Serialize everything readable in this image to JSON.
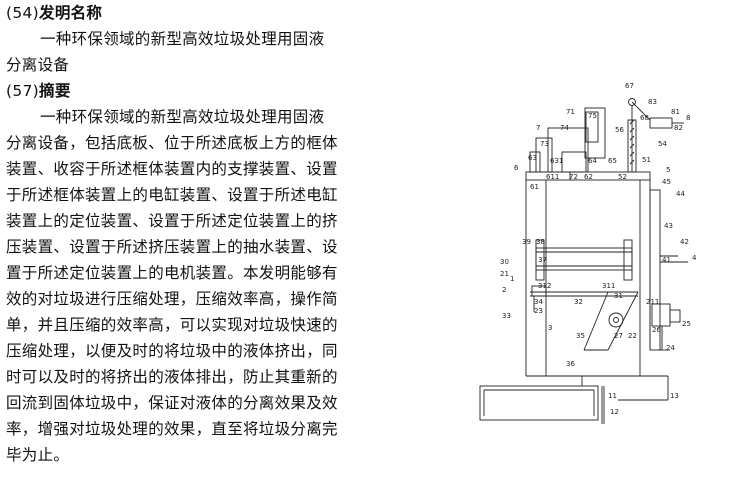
{
  "title_code": "(54)",
  "title_label": "发明名称",
  "title_lines": [
    "一种环保领域的新型高效垃圾处理用固液",
    "分离设备"
  ],
  "abstract_code": "(57)",
  "abstract_label": "摘要",
  "abstract_lines": [
    "一种环保领域的新型高效垃圾处理用固液",
    "分离设备，包括底板、位于所述底板上方的框体",
    "装置、收容于所述框体装置内的支撑装置、设置",
    "于所述框体装置上的电缸装置、设置于所述电缸",
    "装置上的定位装置、设置于所述定位装置上的挤",
    "压装置、设置于所述挤压装置上的抽水装置、设",
    "置于所述定位装置上的电机装置。本发明能够有",
    "效的对垃圾进行压缩处理，压缩效率高，操作简",
    "单，并且压缩的效率高，可以实现对垃圾快速的",
    "压缩处理，以便及时的将垃圾中的液体挤出，同",
    "时可以及时的将挤出的液体排出，防止其重新的",
    "回流到固体垃圾中，保证对液体的分离效果及效",
    "率，增强对垃圾处理的效果，直至将垃圾分离完",
    "毕为止。"
  ],
  "figure_labels": {
    "l67": "67",
    "l83": "83",
    "l71": "71",
    "l75": "75",
    "l56": "56",
    "l81": "81",
    "l8": "8",
    "l82": "82",
    "l7": "7",
    "l74": "74",
    "l68": "68",
    "l73": "73",
    "l63": "63",
    "l631": "631",
    "l64": "64",
    "l65": "65",
    "l51": "51",
    "l54": "54",
    "l6": "6",
    "l611": "611",
    "l72": "72",
    "l62": "62",
    "l52": "52",
    "l5": "5",
    "l61": "61",
    "l45": "45",
    "l44": "44",
    "l43": "43",
    "l39": "39",
    "l38": "38",
    "l42": "42",
    "l30": "30",
    "l37": "37",
    "l41": "41",
    "l4": "4",
    "l21": "21",
    "l1": "1",
    "l2": "2",
    "l312": "312",
    "l311": "311",
    "l31": "31",
    "l34": "34",
    "l32": "32",
    "l23": "23",
    "l211": "211",
    "l33": "33",
    "l3": "3",
    "l26": "26",
    "l25": "25",
    "l35": "35",
    "l27": "27",
    "l22": "22",
    "l24": "24",
    "l36": "36",
    "l11": "11",
    "l13": "13",
    "l12": "12"
  }
}
